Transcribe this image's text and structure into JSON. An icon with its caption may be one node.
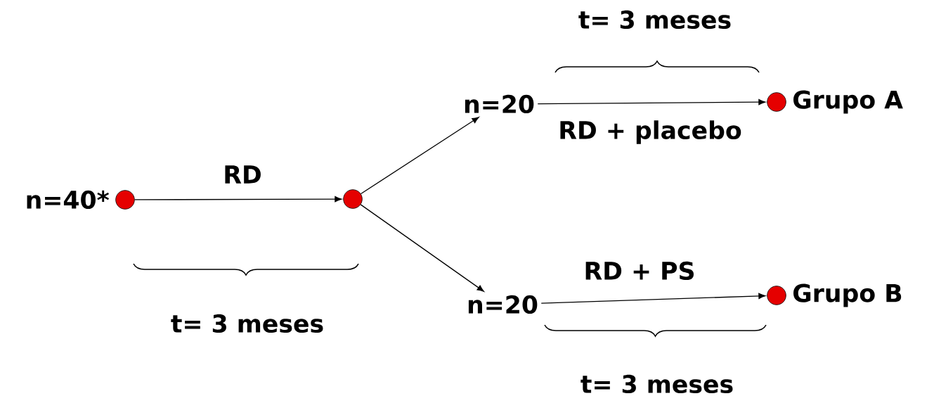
{
  "diagram": {
    "nodes": [
      {
        "text": [],
        "shape": "circle",
        "beside": [
          "n=40*"
        ]
      },
      {
        "text": [],
        "shape": "circle"
      },
      {
        "text": [
          "n=20"
        ]
      },
      {
        "text": [
          "n=20"
        ]
      },
      {
        "text": [],
        "shape": "circle",
        "beside": [
          "Grupo A"
        ]
      },
      {
        "text": [],
        "shape": "circle",
        "beside": [
          "Grupo B"
        ]
      }
    ],
    "edges": [
      {
        "from": 0,
        "to": 1,
        "arrow": "to",
        "label": "RD"
      },
      {
        "from": 1,
        "to": 2,
        "arrow": "to"
      },
      {
        "from": 1,
        "to": 3,
        "arrow": "to"
      },
      {
        "from": 2,
        "to": 4,
        "arrow": "to",
        "label": "RD + placebo"
      },
      {
        "from": 3,
        "to": 5,
        "arrow": "to",
        "label": "RD + PS"
      }
    ],
    "labels": [
      "t= 3 meses",
      "t= 3 meses",
      "t= 3 meses"
    ]
  }
}
